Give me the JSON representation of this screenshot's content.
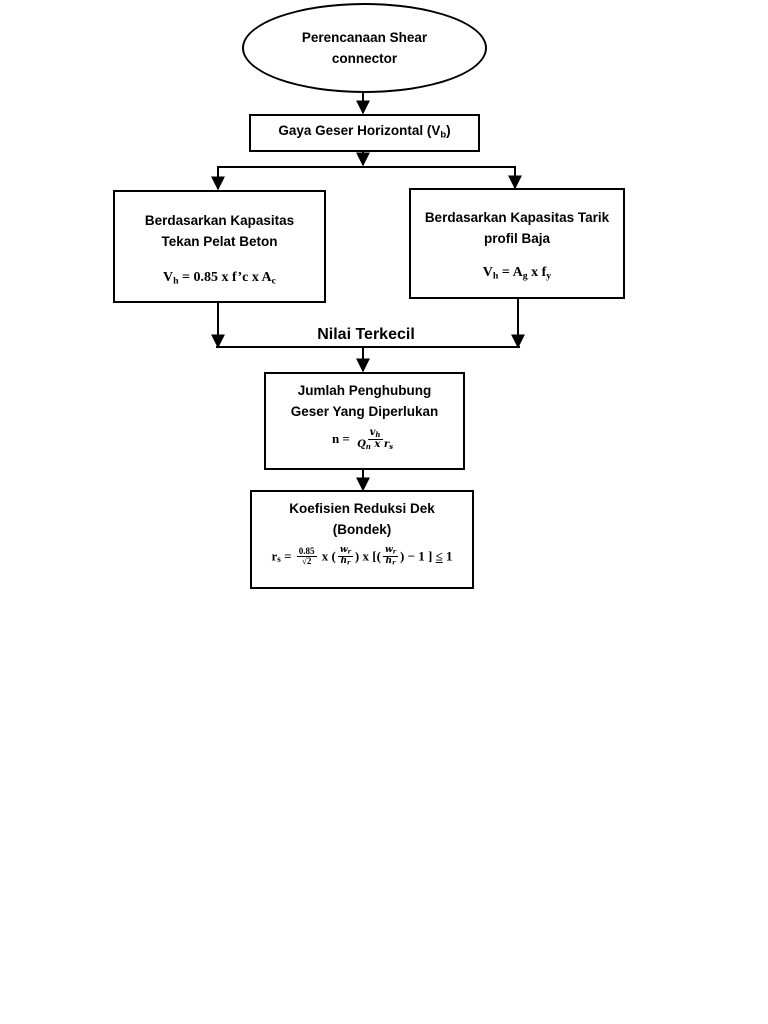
{
  "start": {
    "line1": "Perencanaan Shear",
    "line2": "connector"
  },
  "gaya": {
    "text": "Gaya Geser Horizontal (V",
    "sub": "b",
    "close": ")"
  },
  "left": {
    "line1": "Berdasarkan Kapasitas",
    "line2": "Tekan Pelat Beton",
    "eq": {
      "a": "V",
      "a_sub": "h",
      "b": " = 0.85 x f’c x A",
      "b_sub": "c"
    }
  },
  "right": {
    "line1": "Berdasarkan Kapasitas Tarik",
    "line2": "profil Baja",
    "eq": {
      "a": "V",
      "a_sub": "h",
      "b": " = A",
      "b_sub": "g",
      "c": " x f",
      "c_sub": "y"
    }
  },
  "merge_label": "Nilai Terkecil",
  "jumlah": {
    "line1": "Jumlah Penghubung",
    "line2": "Geser Yang Diperlukan",
    "eq": {
      "lhs": "n = ",
      "num": "v",
      "num_sub": "h",
      "den_a": "Q",
      "den_a_sub": "n",
      "den_mid": " x ",
      "den_b": "r",
      "den_b_sub": "s"
    }
  },
  "koef": {
    "line1": "Koefisien Reduksi Dek",
    "line2": "(Bondek)",
    "eq": {
      "lhs": "r",
      "lhs_sub": "s",
      "eq": " = ",
      "c_num": "0.85",
      "c_den": "√2",
      "x1": " x (",
      "w": "w",
      "w_sub": "r",
      "h": "h",
      "h_sub": "r",
      "p1": ")",
      "x2": " x [(",
      "p2": ") − 1 ]  ",
      "le": "≤",
      "one": " 1"
    }
  }
}
